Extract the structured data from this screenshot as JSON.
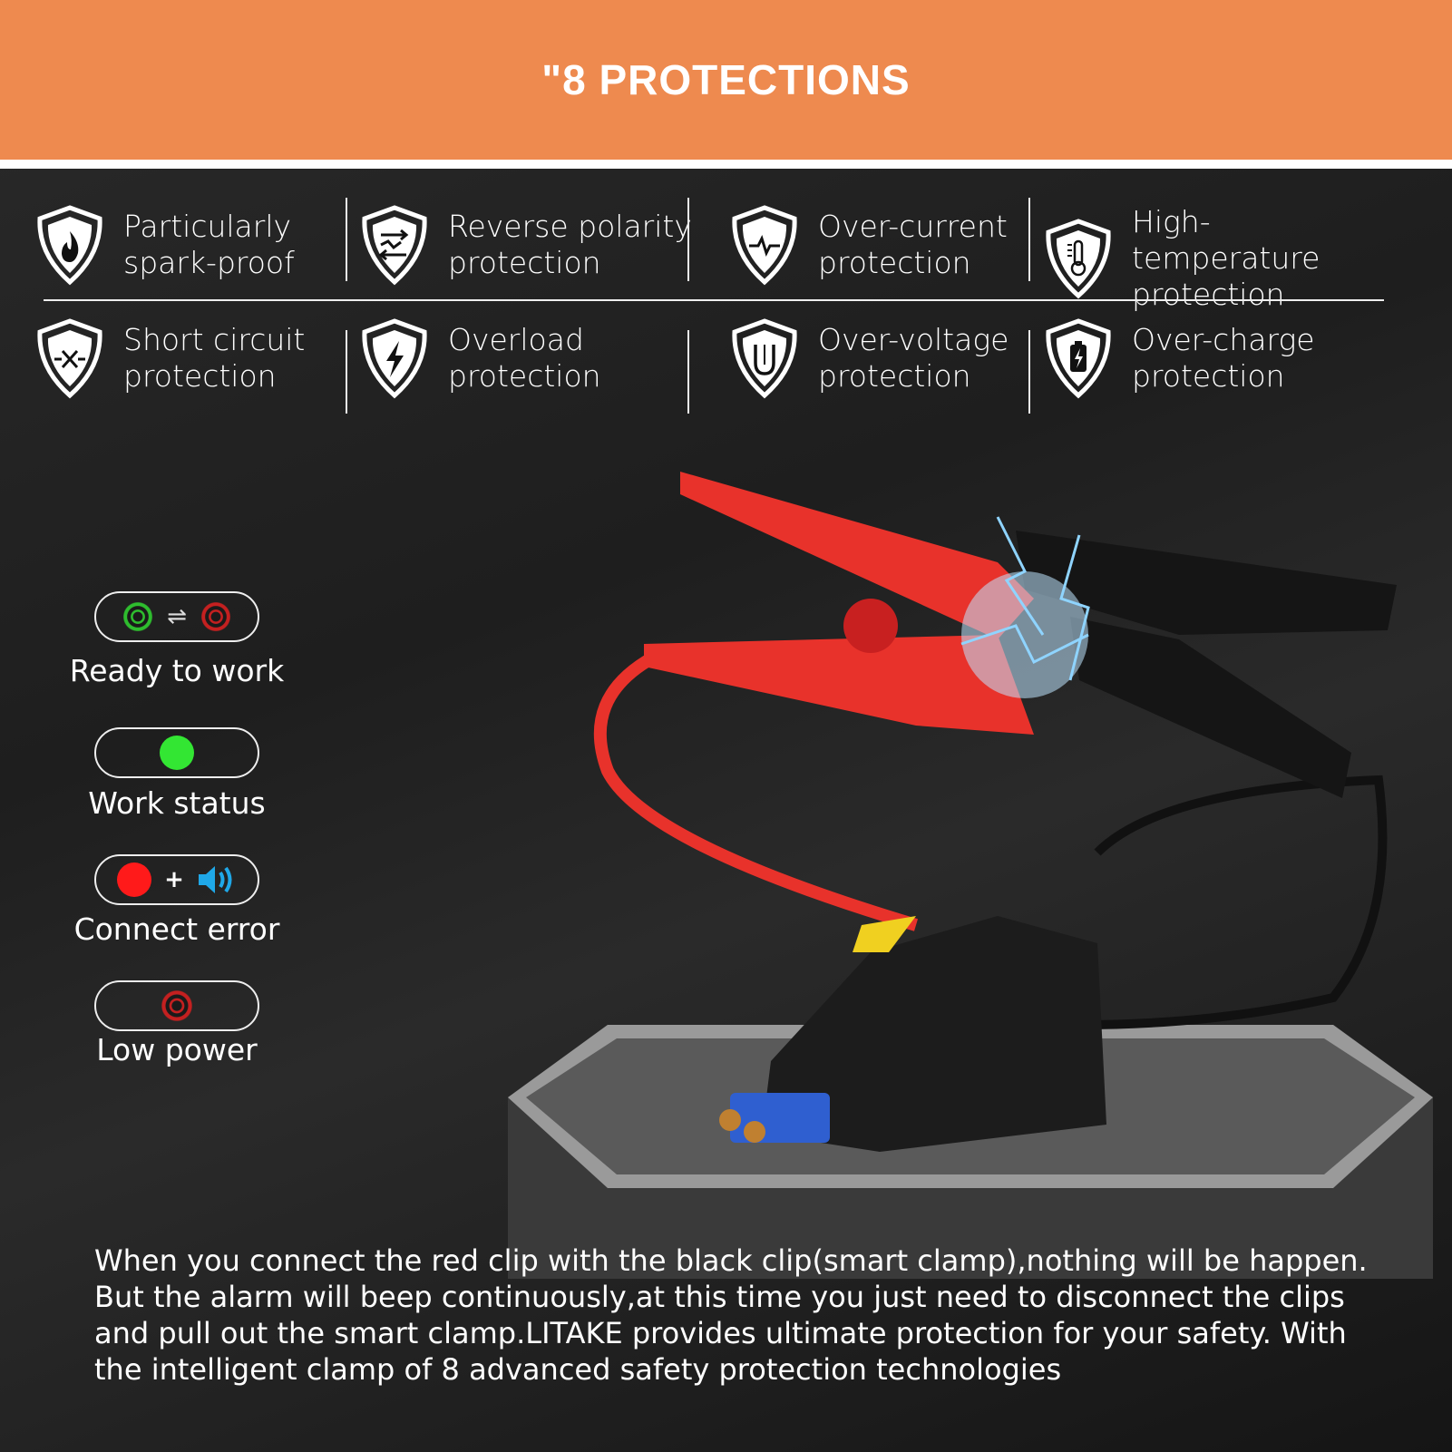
{
  "header": {
    "title": "\"8 PROTECTIONS"
  },
  "features": [
    {
      "label1": "Particularly",
      "label2": "spark-proof",
      "icon": "flame-shield-icon"
    },
    {
      "label1": "Reverse polarity",
      "label2": "protection",
      "icon": "reverse-polarity-shield-icon"
    },
    {
      "label1": "Over-current",
      "label2": "protection",
      "icon": "pulse-shield-icon"
    },
    {
      "label1": "High-temperature",
      "label2": "protection",
      "icon": "thermometer-shield-icon"
    },
    {
      "label1": "Short circuit",
      "label2": "protection",
      "icon": "x-circuit-shield-icon"
    },
    {
      "label1": "Overload",
      "label2": "protection",
      "icon": "lightning-shield-icon"
    },
    {
      "label1": "Over-voltage",
      "label2": "protection",
      "icon": "u-shield-icon"
    },
    {
      "label1": "Over-charge",
      "label2": "protection",
      "icon": "battery-shield-icon"
    }
  ],
  "statuses": [
    {
      "label": "Ready to work"
    },
    {
      "label": "Work status"
    },
    {
      "label": "Connect error"
    },
    {
      "label": "Low power"
    }
  ],
  "colors": {
    "header": "#ee8a4f",
    "green": "#33e633",
    "red": "#ff1a1a",
    "blue": "#1fa8e8"
  },
  "description": "When you connect the red clip with the black clip(smart clamp),nothing will be happen. But the alarm will beep continuously,at this time you just need to disconnect the clips and pull out the smart clamp.LITAKE provides ultimate protection for your safety. With the intelligent clamp of 8 advanced safety protection technologies"
}
